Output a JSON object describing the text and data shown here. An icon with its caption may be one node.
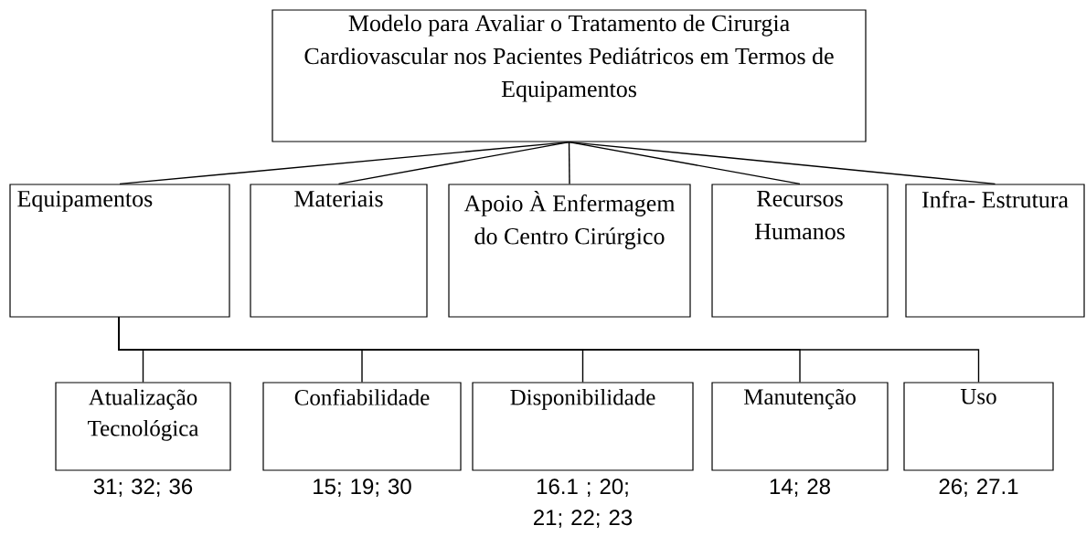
{
  "diagram": {
    "nodes": [
      {
        "text": [
          "Modelo para Avaliar o Tratamento de Cirurgia Cardiovascular nos Pacientes Pediátricos em Termos de Equipamentos"
        ]
      },
      {
        "text": [
          "Equipamentos"
        ]
      },
      {
        "text": [
          "Materiais"
        ]
      },
      {
        "text": [
          "Apoio À Enfermagem do Centro Cirúrgico"
        ]
      },
      {
        "text": [
          "Recursos Humanos"
        ]
      },
      {
        "text": [
          "Infra- Estrutura"
        ]
      },
      {
        "text": [
          "Atualização Tecnológica"
        ],
        "beside": [
          "31; 32; 36"
        ]
      },
      {
        "text": [
          "Confiabilidade"
        ],
        "beside": [
          "15; 19; 30"
        ]
      },
      {
        "text": [
          "Disponibilidade"
        ],
        "beside": [
          "16.1 ; 20; 21; 22; 23"
        ]
      },
      {
        "text": [
          "Manutenção"
        ],
        "beside": [
          "14; 28"
        ]
      },
      {
        "text": [
          "Uso"
        ],
        "beside": [
          "26; 27.1"
        ]
      }
    ],
    "edges": [
      {
        "from": 0,
        "to": 1,
        "arrow": "none"
      },
      {
        "from": 0,
        "to": 2,
        "arrow": "none"
      },
      {
        "from": 0,
        "to": 3,
        "arrow": "none"
      },
      {
        "from": 0,
        "to": 4,
        "arrow": "none"
      },
      {
        "from": 0,
        "to": 5,
        "arrow": "none"
      },
      {
        "from": 1,
        "to": 6,
        "arrow": "none"
      },
      {
        "from": 1,
        "to": 7,
        "arrow": "none"
      },
      {
        "from": 1,
        "to": 8,
        "arrow": "none"
      },
      {
        "from": 1,
        "to": 9,
        "arrow": "none"
      },
      {
        "from": 1,
        "to": 10,
        "arrow": "none"
      }
    ]
  }
}
